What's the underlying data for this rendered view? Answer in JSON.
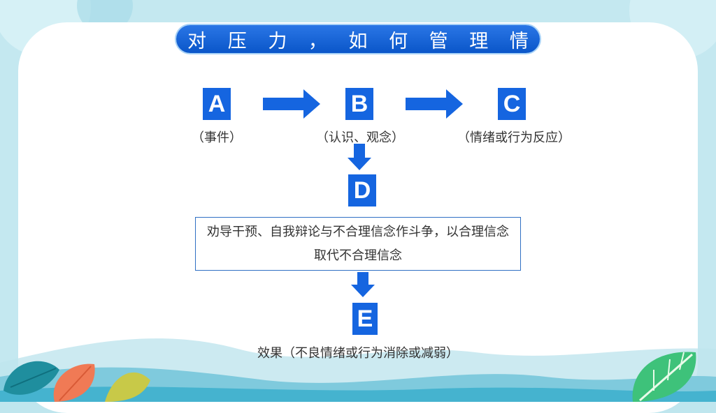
{
  "title": "面 对 压 力 ， 如 何 管 理 情 绪",
  "nodes": {
    "a": {
      "letter": "A",
      "caption": "（事件）"
    },
    "b": {
      "letter": "B",
      "caption": "（认识、观念）"
    },
    "c": {
      "letter": "C",
      "caption": "（情绪或行为反应）"
    },
    "d": {
      "letter": "D",
      "text": "劝导干预、自我辩论与不合理信念作斗争，以合理信念取代不合理信念"
    },
    "e": {
      "letter": "E",
      "caption": "效果（不良情绪或行为消除或减弱）"
    }
  },
  "colors": {
    "accent": "#1565e0",
    "background": "#bfe6ee",
    "box_border": "#2f6fc4"
  }
}
